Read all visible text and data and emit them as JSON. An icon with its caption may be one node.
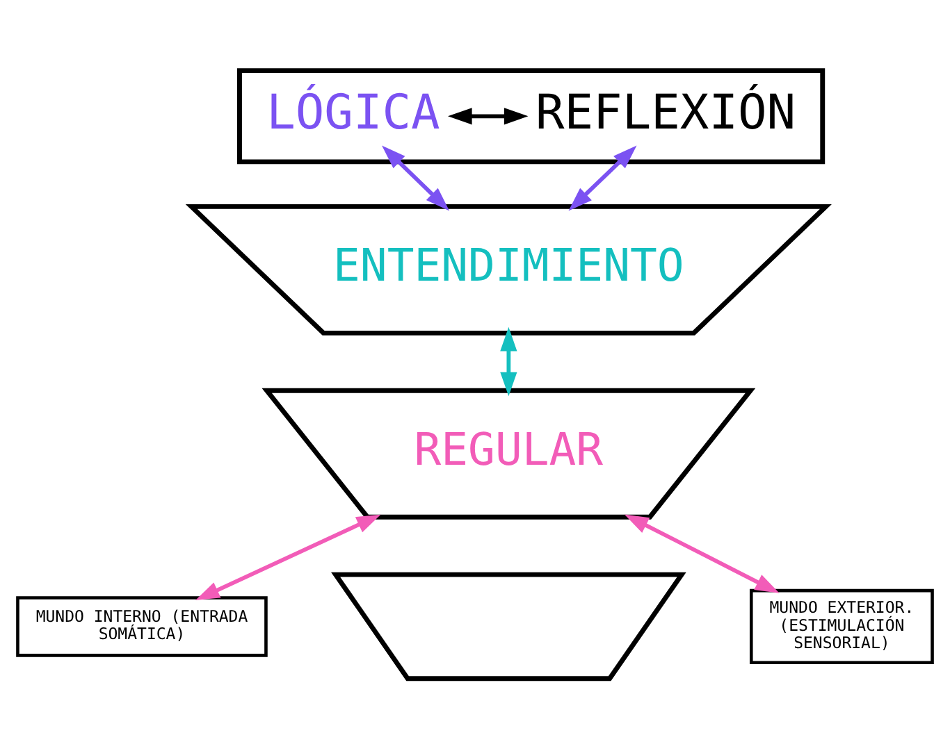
{
  "diagram": {
    "nodes": [
      {
        "text": [],
        "shape": "trapezium"
      },
      {
        "text": [
          "LÓGICA"
        ],
        "in": 0
      },
      {
        "text": [
          "REFLEXIÓN"
        ],
        "in": 0
      },
      {
        "text": [
          "ENTENDIMIENTO"
        ]
      },
      {
        "text": [
          "REGULAR"
        ]
      },
      {
        "text": [],
        "shape": "trapezium"
      },
      {
        "text": [
          "MUNDO INTERNO (ENTRADA SOMÁTICA)"
        ]
      },
      {
        "text": [
          "MUNDO EXTERIOR. (ESTIMULACIÓN SENSORIAL)"
        ]
      }
    ],
    "edges": [
      {
        "from": 1,
        "to": 2,
        "arrow": "both",
        "color": "#000000"
      },
      {
        "from": 1,
        "to": 3,
        "arrow": "both",
        "color": "#7b52f2"
      },
      {
        "from": 2,
        "to": 3,
        "arrow": "both",
        "color": "#7b52f2"
      },
      {
        "from": 3,
        "to": 4,
        "arrow": "both",
        "color": "#14bfbf"
      },
      {
        "from": 4,
        "to": 6,
        "arrow": "both",
        "color": "#f25cb8"
      },
      {
        "from": 4,
        "to": 7,
        "arrow": "both",
        "color": "#f25cb8"
      }
    ]
  }
}
